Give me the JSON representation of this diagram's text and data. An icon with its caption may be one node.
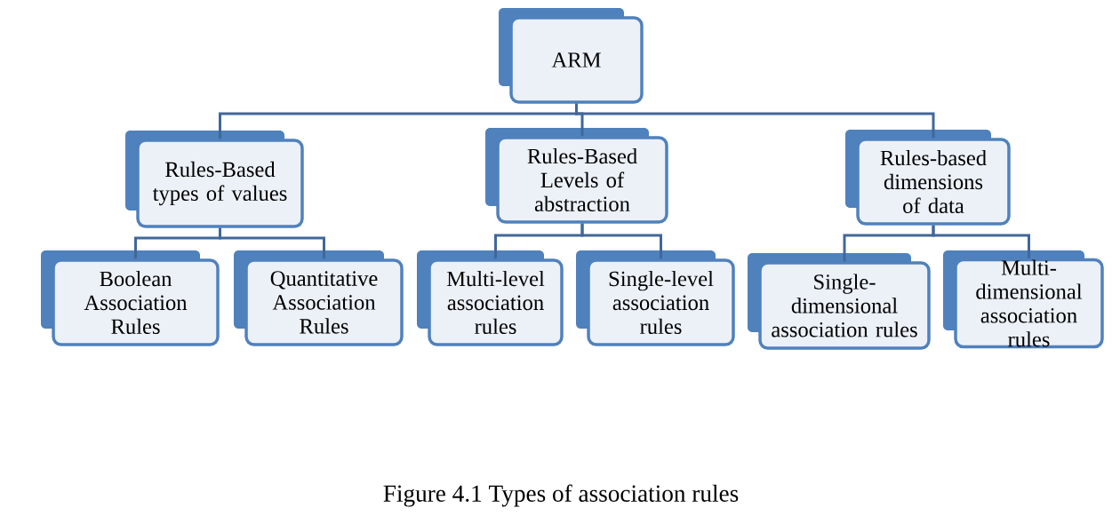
{
  "diagram": {
    "caption": "Figure 4.1 Types of association rules",
    "nodes": [
      {
        "text": [
          "ARM"
        ]
      },
      {
        "text": [
          "Rules-Based types of values"
        ]
      },
      {
        "text": [
          "Rules-Based Levels of abstraction"
        ]
      },
      {
        "text": [
          "Rules-based dimensions of data"
        ]
      },
      {
        "text": [
          "Boolean Association Rules"
        ]
      },
      {
        "text": [
          "Quantitative Association Rules"
        ]
      },
      {
        "text": [
          "Multi-level association rules"
        ]
      },
      {
        "text": [
          "Single-level association rules"
        ]
      },
      {
        "text": [
          "Single-dimensional association rules"
        ]
      },
      {
        "text": [
          "Multi-dimensional association rules"
        ]
      }
    ],
    "edges": [
      {
        "from": 0,
        "to": 1,
        "arrow": "none"
      },
      {
        "from": 0,
        "to": 2,
        "arrow": "none"
      },
      {
        "from": 0,
        "to": 3,
        "arrow": "none"
      },
      {
        "from": 1,
        "to": 4,
        "arrow": "none"
      },
      {
        "from": 1,
        "to": 5,
        "arrow": "none"
      },
      {
        "from": 2,
        "to": 6,
        "arrow": "none"
      },
      {
        "from": 2,
        "to": 7,
        "arrow": "none"
      },
      {
        "from": 3,
        "to": 8,
        "arrow": "none"
      },
      {
        "from": 3,
        "to": 9,
        "arrow": "none"
      }
    ]
  }
}
